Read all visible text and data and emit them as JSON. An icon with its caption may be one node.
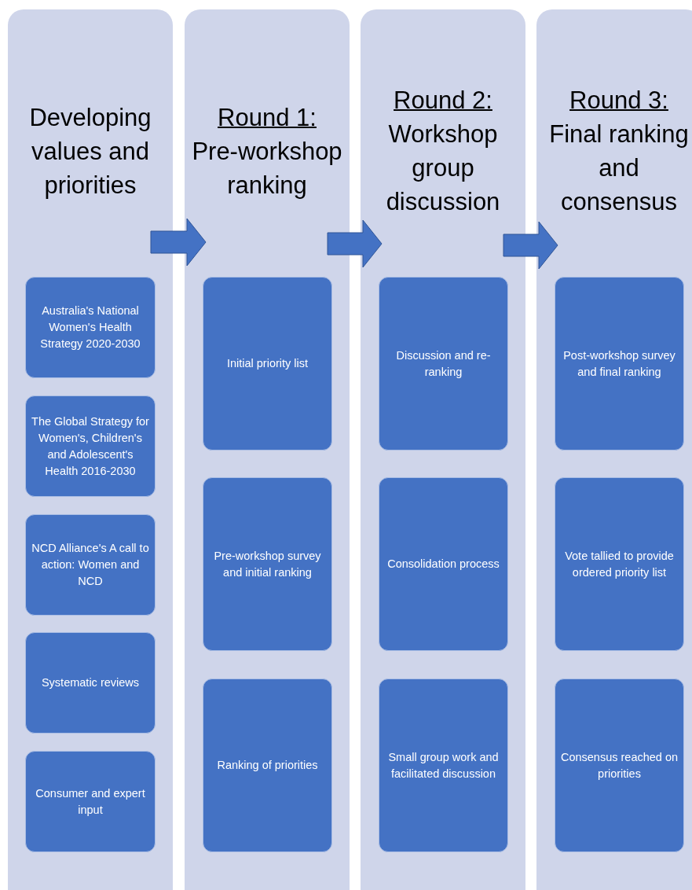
{
  "diagram": {
    "nodes": [
      {
        "text": [
          "Developing values and priorities"
        ]
      },
      {
        "text": [
          "Australia's National Women's Health Strategy 2020-2030"
        ],
        "in": 0
      },
      {
        "text": [
          "The Global Strategy for Women's, Children's and Adolescent's Health 2016-2030"
        ],
        "in": 0
      },
      {
        "text": [
          "NCD Alliance's A call to action: Women and NCD"
        ],
        "in": 0
      },
      {
        "text": [
          "Systematic reviews"
        ],
        "in": 0
      },
      {
        "text": [
          "Consumer and expert input"
        ],
        "in": 0
      },
      {
        "text": [
          "Round 1:",
          "Pre-workshop ranking"
        ]
      },
      {
        "text": [
          "Initial priority list"
        ],
        "in": 6
      },
      {
        "text": [
          "Pre-workshop survey and initial ranking"
        ],
        "in": 6
      },
      {
        "text": [
          "Ranking of priorities"
        ],
        "in": 6
      },
      {
        "text": [
          "Round 2:",
          "Workshop group discussion"
        ]
      },
      {
        "text": [
          "Discussion and re-ranking"
        ],
        "in": 10
      },
      {
        "text": [
          "Consolidation process"
        ],
        "in": 10
      },
      {
        "text": [
          "Small group work and facilitated discussion"
        ],
        "in": 10
      },
      {
        "text": [
          "Round 3:",
          "Final ranking and consensus"
        ]
      },
      {
        "text": [
          "Post-workshop survey and final ranking"
        ],
        "in": 14
      },
      {
        "text": [
          "Vote tallied to provide ordered priority list"
        ],
        "in": 14
      },
      {
        "text": [
          "Consensus reached on priorities"
        ],
        "in": 14
      }
    ],
    "edges": [
      {
        "from": 0,
        "to": 6,
        "arrow": "to"
      },
      {
        "from": 6,
        "to": 10,
        "arrow": "to"
      },
      {
        "from": 10,
        "to": 14,
        "arrow": "to"
      }
    ]
  }
}
